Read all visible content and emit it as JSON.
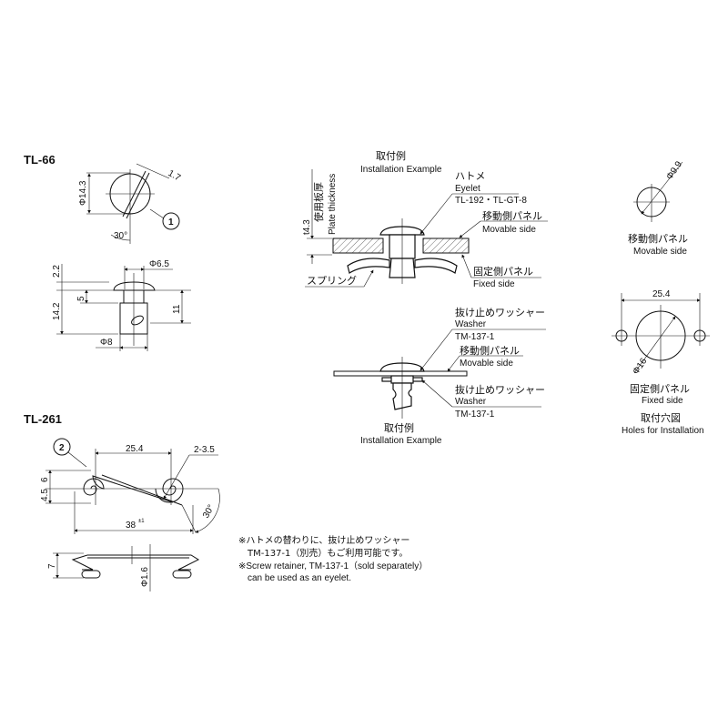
{
  "tl66": {
    "title": "TL-66",
    "dims": {
      "dia_head": "Φ14.3",
      "slot": "1.7",
      "angle": "30°",
      "dia_shank": "Φ6.5",
      "head_h": "2.2",
      "total_h": "14.2",
      "hole_pos": "5",
      "shank_len": "11",
      "dia_body": "Φ8"
    },
    "balloon": "1"
  },
  "tl261": {
    "title": "TL-261",
    "dims": {
      "pitch": "25.4",
      "holes": "2-3.5",
      "h6": "6",
      "h45": "4.5",
      "length": "38",
      "length_tol": "±1",
      "angle": "30°",
      "height": "7",
      "wire": "Φ1.6"
    },
    "balloon": "2"
  },
  "install_top": {
    "title_jp": "取付例",
    "title_en": "Installation Example",
    "plate_jp": "使用板厚",
    "plate_en": "Plate thickness",
    "plate_value": "t4.3",
    "eyelet_jp": "ハトメ",
    "eyelet_en": "Eyelet",
    "eyelet_parts": "TL-192・TL-GT-8",
    "movable_jp": "移動側パネル",
    "movable_en": "Movable side",
    "fixed_jp": "固定側パネル",
    "fixed_en": "Fixed side",
    "spring_jp": "スプリング"
  },
  "install_bottom": {
    "washer1_jp": "抜け止めワッシャー",
    "washer1_en": "Washer",
    "washer1_part": "TM-137-1",
    "movable_jp": "移動側パネル",
    "movable_en": "Movable side",
    "washer2_jp": "抜け止めワッシャー",
    "washer2_en": "Washer",
    "washer2_part": "TM-137-1",
    "title_jp": "取付例",
    "title_en": "Installation Example"
  },
  "holes": {
    "movable_dia": "Φ9.9",
    "movable_jp": "移動側パネル",
    "movable_en": "Movable side",
    "pitch": "25.4",
    "fixed_dia": "Φ16",
    "fixed_jp": "固定側パネル",
    "fixed_en": "Fixed side",
    "title_jp": "取付穴図",
    "title_en": "Holes for Installation"
  },
  "notes": {
    "jp_line1": "※ハトメの替わりに、抜け止めワッシャー",
    "jp_line2": "TM-137-1（別売）もご利用可能です。",
    "en_line1": "※Screw retainer, TM-137-1（sold separately）",
    "en_line2": "can be used as an eyelet."
  }
}
